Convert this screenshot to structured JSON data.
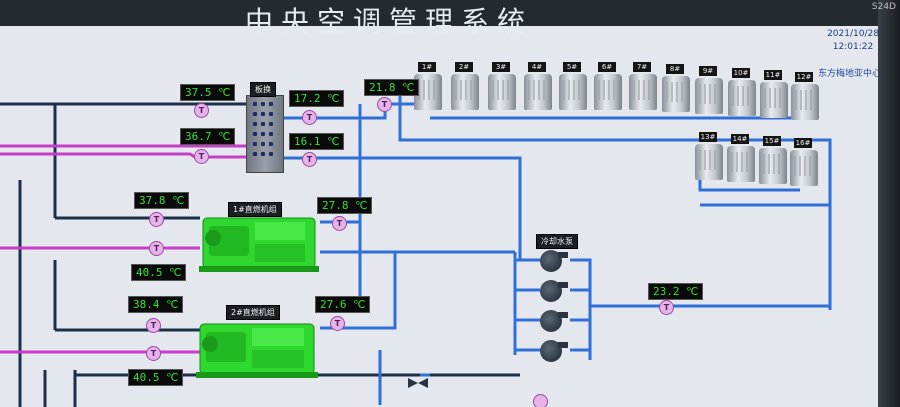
{
  "header": {
    "title": "中央空调管理系统",
    "corner_tag": "S24D",
    "date": "2021/10/28",
    "time": "12:01:22",
    "company": "东方梅地亚中心"
  },
  "labels": {
    "heat_exchanger": "板换",
    "chiller1": "1#直燃机组",
    "chiller2": "2#直燃机组",
    "cooling_pump": "冷却水泵"
  },
  "sensor_symbol": "T",
  "temps": {
    "t1": "37.5 ℃",
    "t2": "36.7 ℃",
    "t3": "17.2 ℃",
    "t4": "16.1 ℃",
    "t5": "21.8 ℃",
    "t6": "37.8 ℃",
    "t7": "40.5 ℃",
    "t8": "27.8 ℃",
    "t9": "38.4 ℃",
    "t10": "40.5 ℃",
    "t11": "27.6 ℃",
    "t12": "23.2 ℃"
  },
  "towers_row1": [
    "1#",
    "2#",
    "3#",
    "4#",
    "5#",
    "6#",
    "7#",
    "8#",
    "9#",
    "10#",
    "11#",
    "12#"
  ],
  "towers_row2": [
    "13#",
    "14#",
    "15#",
    "16#"
  ],
  "colors": {
    "supply_pipe": "#2f6fd8",
    "return_pipe": "#c83cc8",
    "dark_pipe": "#1b2f4a",
    "temp_text": "#39e03a",
    "chiller": "#2fd82f"
  }
}
